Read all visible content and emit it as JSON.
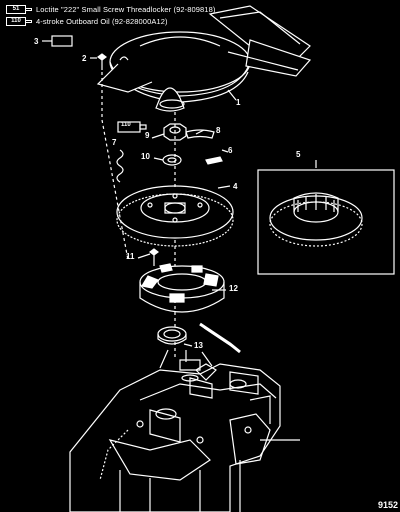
{
  "legend": [
    {
      "code": "51",
      "text": "Loctite \"222\" Small Screw Threadlocker  (92-809818)"
    },
    {
      "code": "110",
      "text": "4-stroke Outboard Oil (92-828000A12)"
    }
  ],
  "callouts": {
    "c1": "1",
    "c2": "2",
    "c3": "3",
    "c4": "4",
    "c5": "5",
    "c6": "6",
    "c7": "7",
    "c8": "8",
    "c9": "9",
    "c10": "10",
    "c11": "11",
    "c12": "12",
    "c13": "13"
  },
  "inline_tube_code": "110",
  "document_id": "9152"
}
